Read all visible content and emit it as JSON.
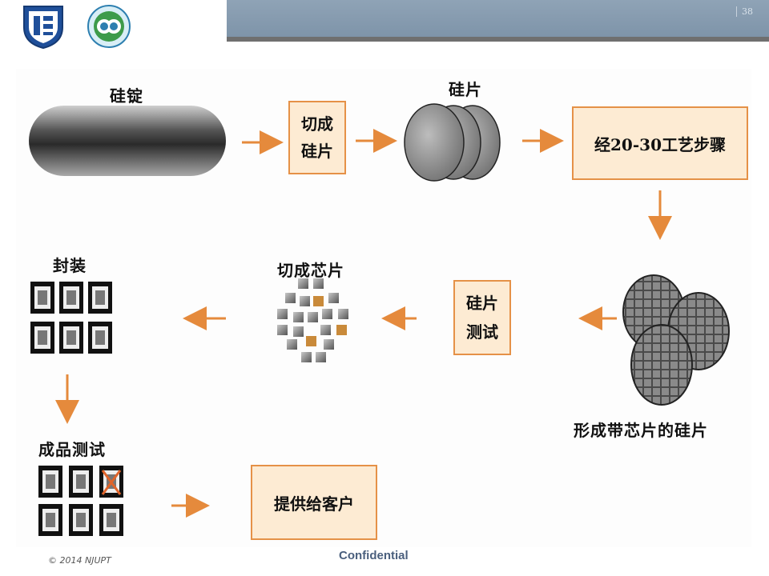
{
  "page_number": "38",
  "nodes": {
    "ingot": "硅锭",
    "cut_wafer_box": [
      "切成",
      "硅片"
    ],
    "wafer": "硅片",
    "process_box": "经20-30工艺步骤",
    "patterned_wafer": "形成带芯片的硅片",
    "wafer_test_box": [
      "硅片",
      "测试"
    ],
    "dicing": "切成芯片",
    "packaging": "封装",
    "final_test": "成品测试",
    "deliver_box": "提供给客户"
  },
  "footer": {
    "copyright": "© 2014 NJUPT",
    "confidential": "Confidential"
  },
  "colors": {
    "arrow": "#e58a3c",
    "box_border": "#e59147",
    "box_fill": "#fdebd3",
    "header_bar": "#8fa3b6"
  }
}
